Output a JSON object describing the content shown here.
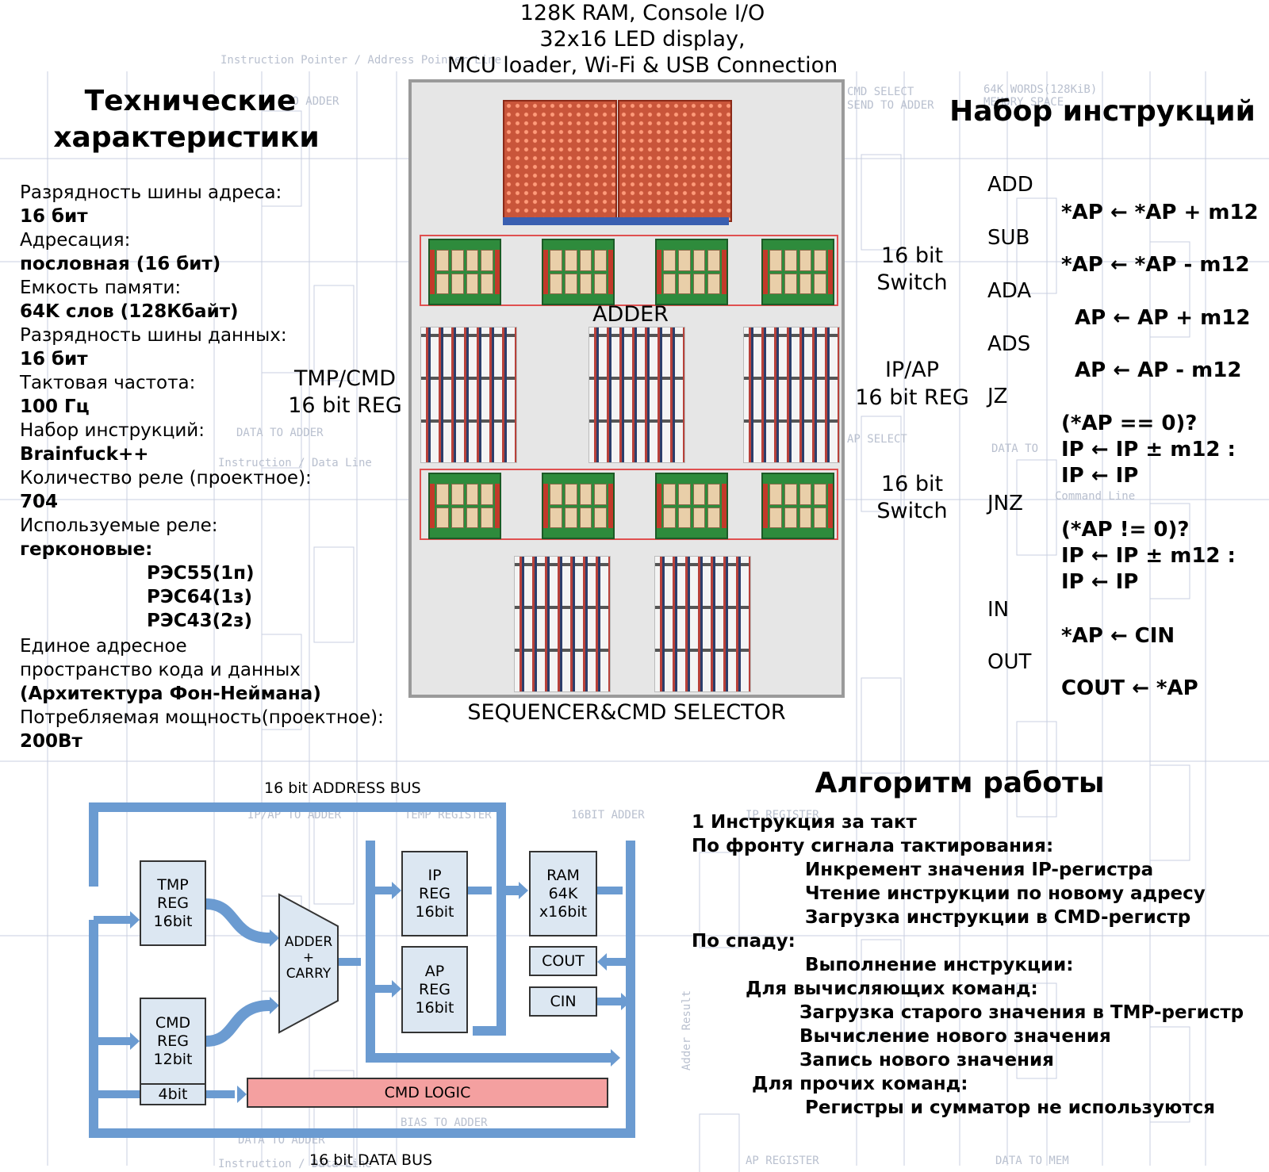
{
  "header": {
    "line1": "128K RAM, Console I/O",
    "line2": "32x16 LED display,",
    "line3": "MCU loader, Wi-Fi & USB Connection"
  },
  "specs": {
    "title_line1": "Технические",
    "title_line2": "характеристики",
    "items": [
      {
        "label": "Разрядность шины адреса:",
        "value": "16 бит"
      },
      {
        "label": "Адресация:",
        "value": "пословная (16 бит)"
      },
      {
        "label": "Емкость памяти:",
        "value": "64K слов (128Кбайт)"
      },
      {
        "label": "Разрядность шины данных:",
        "value": "16 бит"
      },
      {
        "label": "Тактовая частота:",
        "value": "100 Гц"
      },
      {
        "label": "Набор инструкций:",
        "value": "Brainfuck++"
      },
      {
        "label": "Количество реле (проектное):",
        "value": "704"
      },
      {
        "label": "Используемые реле:",
        "value": "герконовые:"
      }
    ],
    "relays": [
      "РЭС55(1п)",
      "РЭС64(1з)",
      "РЭС43(2з)"
    ],
    "arch_line1": "Единое адресное",
    "arch_line2": "пространство кода и данных",
    "arch_value": "(Архитектура Фон-Неймана)",
    "power_label": "Потребляемая мощность(проектное):",
    "power_value": "200Вт"
  },
  "photo_captions": {
    "adder": "ADDER",
    "tmp_line1": "TMP/CMD",
    "tmp_line2": "16 bit REG",
    "switch1_line1": "16 bit",
    "switch1_line2": "Switch",
    "ipap_line1": "IP/AP",
    "ipap_line2": "16 bit REG",
    "switch2_line1": "16 bit",
    "switch2_line2": "Switch",
    "sequencer": "SEQUENCER&CMD SELECTOR"
  },
  "isa": {
    "title": "Набор инструкций",
    "instructions": [
      {
        "name": "ADD",
        "desc": [
          "*AP ← *AP + m12"
        ]
      },
      {
        "name": "SUB",
        "desc": [
          "*AP ← *AP - m12"
        ]
      },
      {
        "name": "ADA",
        "desc": [
          "AP ← AP + m12"
        ]
      },
      {
        "name": "ADS",
        "desc": [
          "AP ← AP - m12"
        ]
      },
      {
        "name": "JZ",
        "desc": [
          "(*AP == 0)?",
          "IP ← IP ± m12 :",
          "IP ← IP"
        ]
      },
      {
        "name": "JNZ",
        "desc": [
          "(*AP != 0)?",
          "IP ← IP ± m12 :",
          "IP ← IP"
        ]
      },
      {
        "name": "IN",
        "desc": [
          "*AP ← CIN"
        ]
      },
      {
        "name": "OUT",
        "desc": [
          "COUT ← *AP"
        ]
      }
    ]
  },
  "block_diagram": {
    "address_bus": "16 bit ADDRESS BUS",
    "data_bus": "16 bit DATA BUS",
    "tmp_reg": "TMP\nREG\n16bit",
    "cmd_reg": "CMD\nREG\n12bit",
    "cmd_4bit": "4bit",
    "adder": "ADDER\n+\nCARRY",
    "ip_reg": "IP\nREG\n16bit",
    "ap_reg": "AP\nREG\n16bit",
    "ram": "RAM\n64K\nx16bit",
    "cout": "COUT",
    "cin": "CIN",
    "cmd_logic": "CMD LOGIC",
    "colors": {
      "bus": "#6b9bd1",
      "box": "#dce7f2",
      "logic": "#f4a0a0"
    }
  },
  "algorithm": {
    "title": "Алгоритм работы",
    "lines": [
      "1 Инструкция за такт",
      "По фронту сигнала тактирования:",
      "Инкремент значения IP-регистра",
      "Чтение инструкции по новому адресу",
      "Загрузка инструкции в CMD-регистр",
      "По спаду:",
      "Выполнение инструкции:",
      "Для вычисляющих команд:",
      "Загрузка старого значения в TMP-регистр",
      "Вычисление нового значения",
      "Запись нового значения",
      "Для прочих команд:",
      "Регистры и сумматор не используются"
    ]
  },
  "schematic_labels": [
    "Instruction Pointer / Address Pointer Line",
    "TO ADDER",
    "CMD SELECT",
    "SEND TO ADDER",
    "64K WORDS(128KiB)",
    "MEMORY SPACE",
    "DATA TO ADDER",
    "Instruction / Data Line",
    "AP SELECT",
    "DATA TO",
    "Command Line",
    "IP/AP TO ADDER",
    "TEMP REGISTER",
    "16BIT ADDER",
    "IP REGISTER",
    "BIAS TO ADDER",
    "DATA TO ADDER",
    "Instruction / Data Line",
    "AP REGISTER",
    "DATA TO MEM",
    "Adder Result"
  ]
}
